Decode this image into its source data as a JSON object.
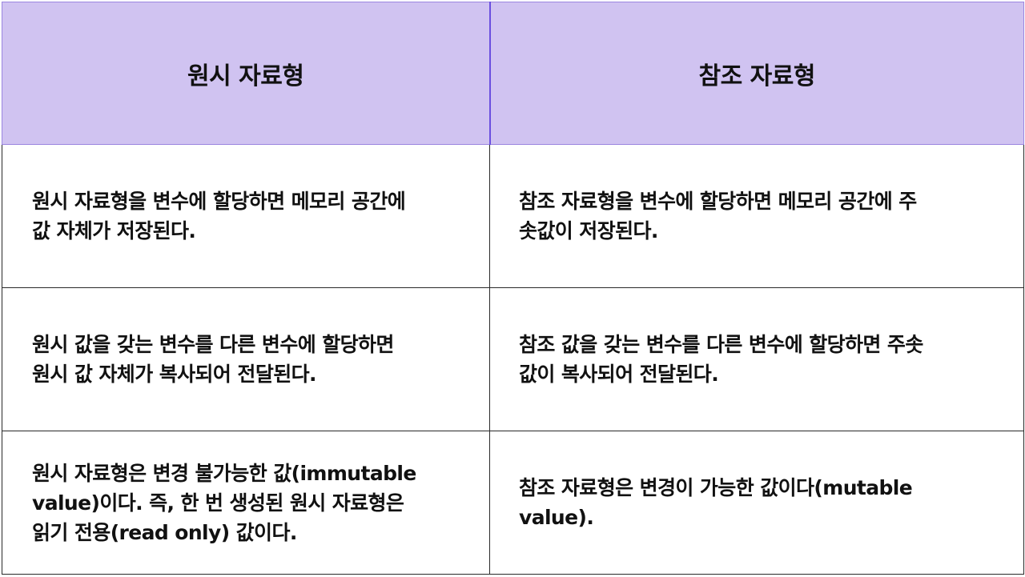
{
  "headers": [
    "원시 자료형",
    "참조 자료형"
  ],
  "rows": [
    {
      "primitive": "원시 자료형을 변수에 할당하면 메모리 공간에\n값 자체가 저장된다.",
      "reference": "참조 자료형을 변수에 할당하면 메모리 공간에 주\n솟값이 저장된다."
    },
    {
      "primitive": "원시 값을 갖는 변수를 다른 변수에 할당하면\n원시 값 자체가 복사되어 전달된다.",
      "reference": "참조 값을 갖는 변수를 다른 변수에 할당하면 주솟\n값이 복사되어 전달된다."
    },
    {
      "primitive": "원시 자료형은 변경 불가능한 값(immutable\nvalue)이다. 즉, 한 번 생성된 원시 자료형은\n읽기 전용(read only) 값이다.",
      "reference": "참조 자료형은 변경이 가능한 값이다(mutable\nvalue)."
    }
  ],
  "colors": {
    "header_background": "#d0c3f1",
    "header_border": "#9b86e0",
    "grid_border": "#2a2a2a"
  }
}
